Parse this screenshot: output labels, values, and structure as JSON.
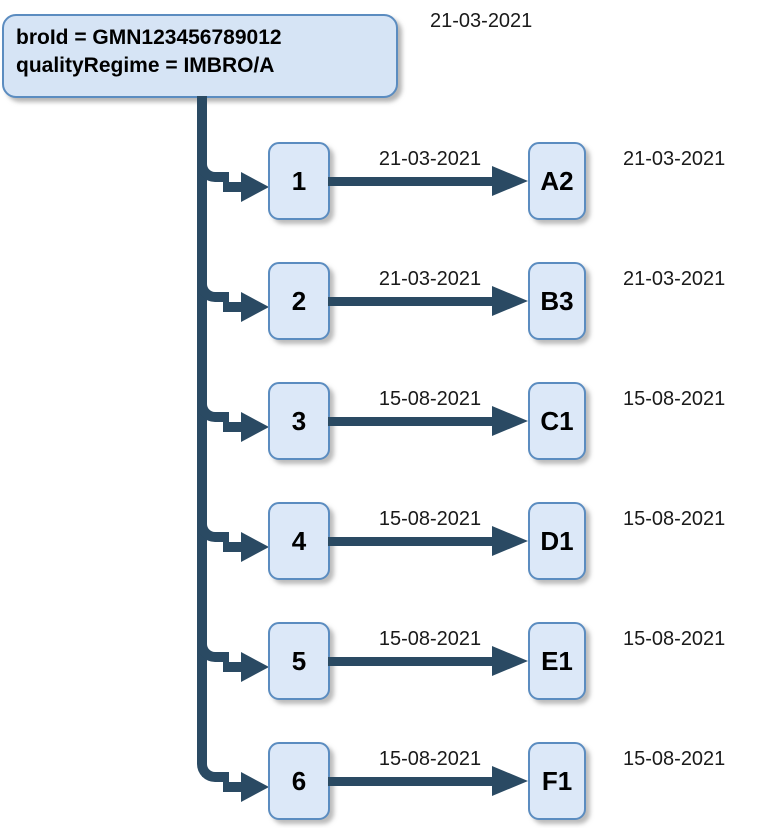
{
  "diagram": {
    "root": {
      "line1": "broId = GMN123456789012",
      "line2": "qualityRegime = IMBRO/A",
      "date": "21-03-2021"
    },
    "colors": {
      "node_fill": "#dce8f8",
      "node_border": "#5b8cc0",
      "root_fill": "#d6e4f5",
      "connector": "#2a4a63",
      "text": "#000000",
      "background": "#ffffff"
    },
    "rows": [
      {
        "source_label": "1",
        "edge_date": "21-03-2021",
        "target_label": "A2",
        "row_date": "21-03-2021"
      },
      {
        "source_label": "2",
        "edge_date": "21-03-2021",
        "target_label": "B3",
        "row_date": "21-03-2021"
      },
      {
        "source_label": "3",
        "edge_date": "15-08-2021",
        "target_label": "C1",
        "row_date": "15-08-2021"
      },
      {
        "source_label": "4",
        "edge_date": "15-08-2021",
        "target_label": "D1",
        "row_date": "15-08-2021"
      },
      {
        "source_label": "5",
        "edge_date": "15-08-2021",
        "target_label": "E1",
        "row_date": "15-08-2021"
      },
      {
        "source_label": "6",
        "edge_date": "15-08-2021",
        "target_label": "F1",
        "row_date": "15-08-2021"
      }
    ]
  }
}
